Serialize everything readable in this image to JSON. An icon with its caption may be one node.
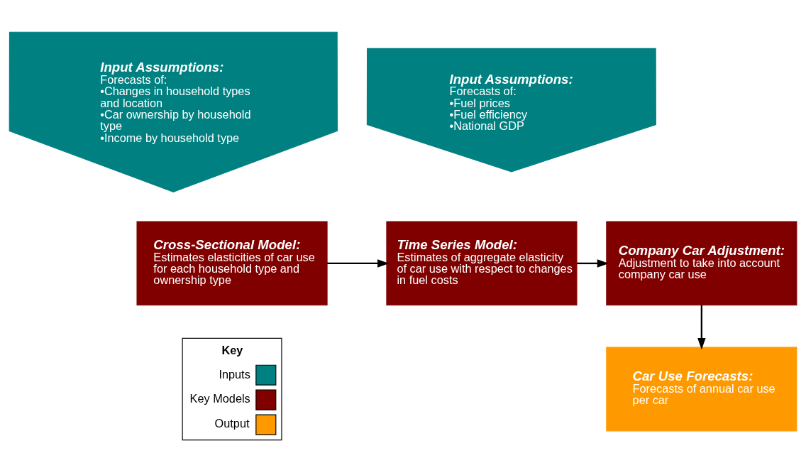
{
  "diagram": {
    "nodes": [
      {
        "text": [
          "Input Assumptions:",
          "Forecasts of:",
          "•Changes in household types and location",
          "•Car ownership by household type",
          "•Income by household type"
        ]
      },
      {
        "text": [
          "Input Assumptions:",
          "Forecasts of:",
          "•Fuel prices",
          "•Fuel efficiency",
          "•National GDP"
        ]
      },
      {
        "text": [
          "Cross-Sectional Model:",
          "Estimates elasticities of car use for each household type and ownership type"
        ]
      },
      {
        "text": [
          "Time Series Model:",
          "Estimates of aggregate elasticity of car use with respect to changes in fuel costs"
        ]
      },
      {
        "text": [
          "Company Car Adjustment:",
          "Adjustment to take into account company car use"
        ]
      },
      {
        "text": [
          "Car Use Forecasts:",
          "Forecasts of annual car use per car"
        ]
      }
    ],
    "edges": [
      {
        "from": 2,
        "to": 3,
        "arrow": "to"
      },
      {
        "from": 3,
        "to": 4,
        "arrow": "to"
      },
      {
        "from": 4,
        "to": 5,
        "arrow": "to"
      }
    ],
    "labels": [
      "Key"
    ],
    "legend": [
      {
        "text": "Inputs",
        "color": "#008080"
      },
      {
        "text": "Key Models",
        "color": "#800000"
      },
      {
        "text": "Output",
        "color": "#ff9900"
      }
    ]
  }
}
